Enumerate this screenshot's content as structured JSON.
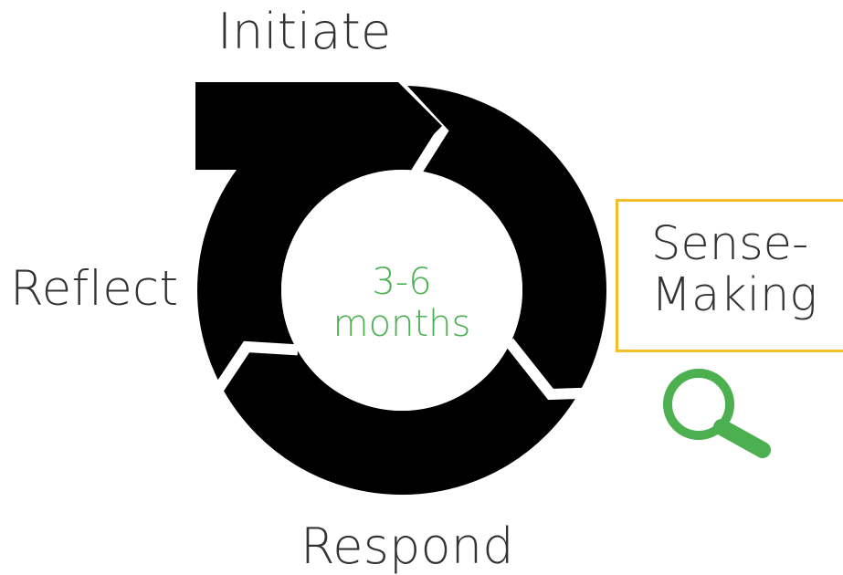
{
  "diagram": {
    "stages": {
      "initiate": "Initiate",
      "sense_making": "Sense-\nMaking",
      "respond": "Respond",
      "reflect": "Reflect"
    },
    "center": {
      "duration_line1": "3-6",
      "duration_line2": "months"
    },
    "colors": {
      "cycle": "#000000",
      "stage_text": "#333333",
      "center_text": "#4caf50",
      "highlight_border": "#f2be2a",
      "magnifier": "#4caf50"
    },
    "icons": {
      "highlight": "magnifying-glass-icon"
    }
  }
}
